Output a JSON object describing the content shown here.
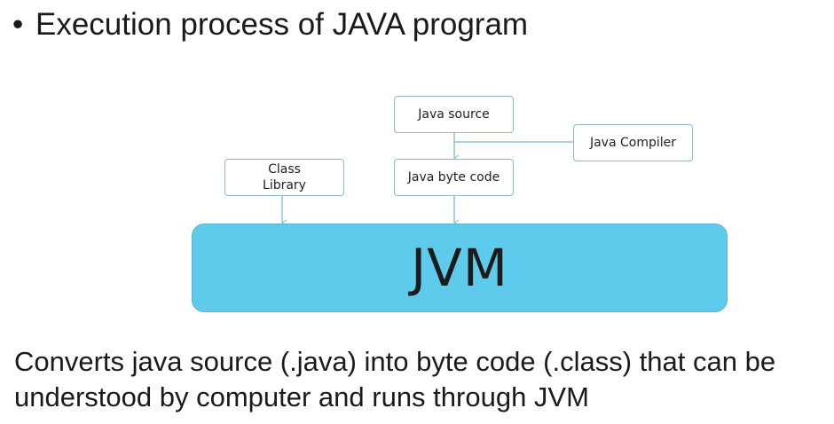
{
  "title": {
    "bullet": "•",
    "text": "Execution process of JAVA program"
  },
  "diagram": {
    "java_source": "Java source",
    "java_compiler": "Java Compiler",
    "class_library_line1": "Class",
    "class_library_line2": "Library",
    "java_byte_code": "Java byte code",
    "jvm": "JVM"
  },
  "description": "Converts java source (.java) into byte code (.class) that can be understood by computer and runs through JVM",
  "colors": {
    "jvm_fill": "#5ecbec",
    "connector": "#8fc3d6",
    "box_border": "#8fb9c9"
  }
}
